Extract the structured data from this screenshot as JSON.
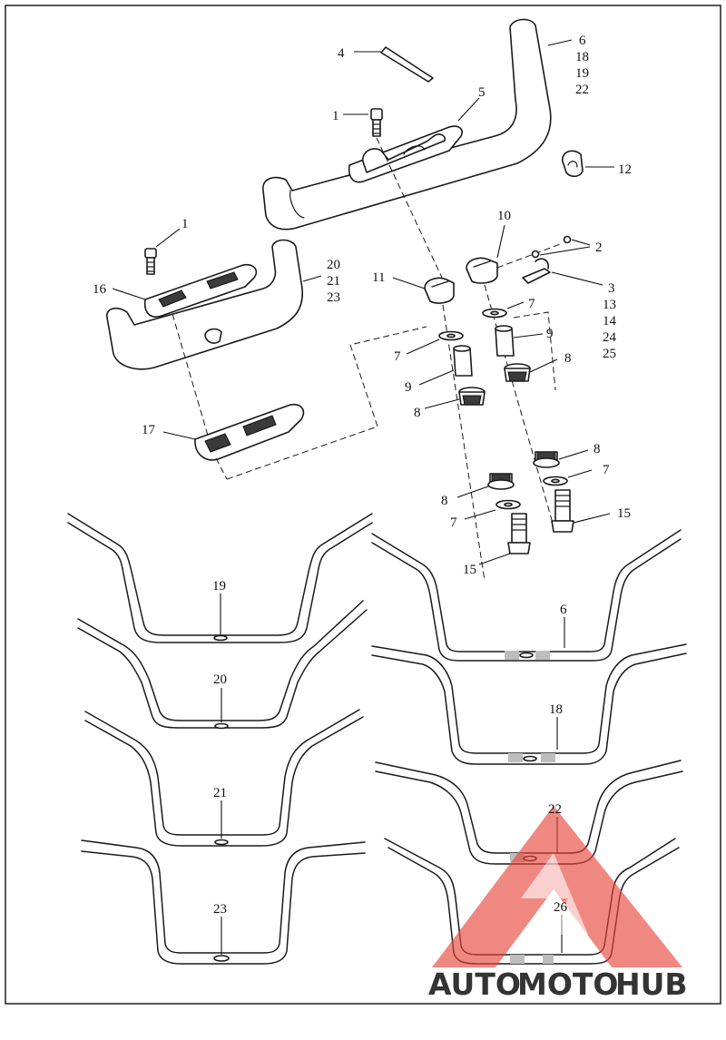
{
  "diagram": {
    "frame": "border",
    "callouts": {
      "c1a": "1",
      "c1b": "1",
      "c2": "2",
      "c3": "3",
      "c13": "13",
      "c14": "14",
      "c24": "24",
      "c25": "25",
      "c4": "4",
      "c5": "5",
      "c6": "6",
      "c18": "18",
      "c19": "19",
      "c22": "22",
      "c7a": "7",
      "c7b": "7",
      "c7c": "7",
      "c7d": "7",
      "c8a": "8",
      "c8b": "8",
      "c8c": "8",
      "c8d": "8",
      "c9a": "9",
      "c9b": "9",
      "c10": "10",
      "c11": "11",
      "c12": "12",
      "c15a": "15",
      "c15b": "15",
      "c16": "16",
      "c17": "17",
      "c20": "20",
      "c21": "21",
      "c23": "23"
    },
    "handlebar_labels": {
      "h19": "19",
      "h20": "20",
      "h21": "21",
      "h23": "23",
      "h6": "6",
      "h18": "18",
      "h22": "22",
      "h26": "26"
    }
  },
  "watermark": {
    "part1": "AUTO",
    "part2": "MOTO",
    "part3": "HUB",
    "color1": "#f2a93a",
    "color2": "#e24b3b",
    "color3": "#8c8c8c",
    "logo_color": "#e8453c"
  }
}
